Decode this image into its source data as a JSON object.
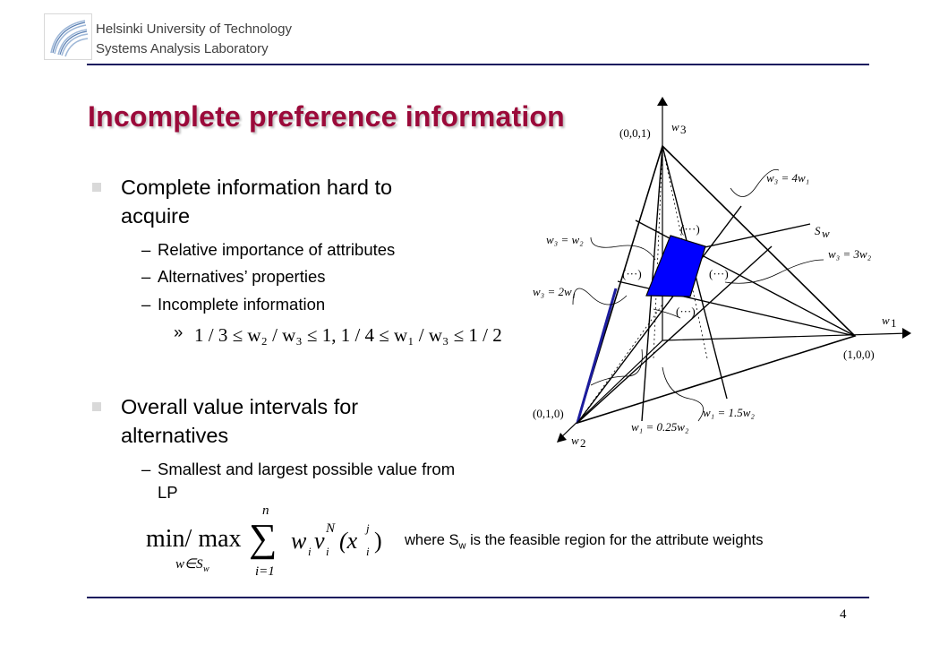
{
  "header": {
    "institution_line1": "Helsinki University of Technology",
    "institution_line2": "Systems Analysis Laboratory"
  },
  "slide": {
    "title": "Incomplete preference information",
    "bullet1": {
      "text_line1": "Complete information hard to",
      "text_line2": "acquire",
      "sub1": "Relative importance of attributes",
      "sub2": "Alternatives’ properties",
      "sub3": "Incomplete information",
      "sub_marker": "»",
      "inequality": "1 / 3 ≤ w₂ / w₃ ≤ 1, 1 / 4 ≤ w₁ / w₃ ≤ 1 / 2"
    },
    "bullet2": {
      "text_line1": "Overall value intervals for",
      "text_line2": "alternatives",
      "sub1_line1": "Smallest and largest possible value from",
      "sub1_line2": "LP"
    },
    "dash": "–",
    "formula": {
      "op": "min/ max",
      "sub": "w∈S",
      "sub_w": "w",
      "sum_upper": "n",
      "sum_lower": "i=1",
      "sigma": "∑",
      "w": "w",
      "i": "i",
      "v": "v",
      "N": "N",
      "x": "(x",
      "j": "j",
      "close": ")"
    },
    "where": {
      "prefix": "where S",
      "sub": "w",
      "suffix": " is the feasible region for the attribute weights"
    }
  },
  "diagram": {
    "vertex_top": "(0,0,1)",
    "vertex_right": "(1,0,0)",
    "vertex_left": "(0,1,0)",
    "axis_w1": "w",
    "axis_w2": "w",
    "axis_w3": "w",
    "axis_w1_sub": "1",
    "axis_w2_sub": "2",
    "axis_w3_sub": "3",
    "label_Sw": "S",
    "label_Sw_sub": "w",
    "eq_w3_4w1": "w₃ = 4w₁",
    "eq_w3_w2": "w₃ = w₂",
    "eq_w3_3w2": "w₃ = 3w₂",
    "eq_w3_2w1": "w₃ = 2w₁",
    "eq_w1_025w2": "w₁ = 0.25w₂",
    "eq_w1_15w2": "w₁ = 1.5w₂",
    "region_label": "(···)",
    "region_fill": "#0000ff"
  },
  "footer": {
    "page_number": "4"
  }
}
